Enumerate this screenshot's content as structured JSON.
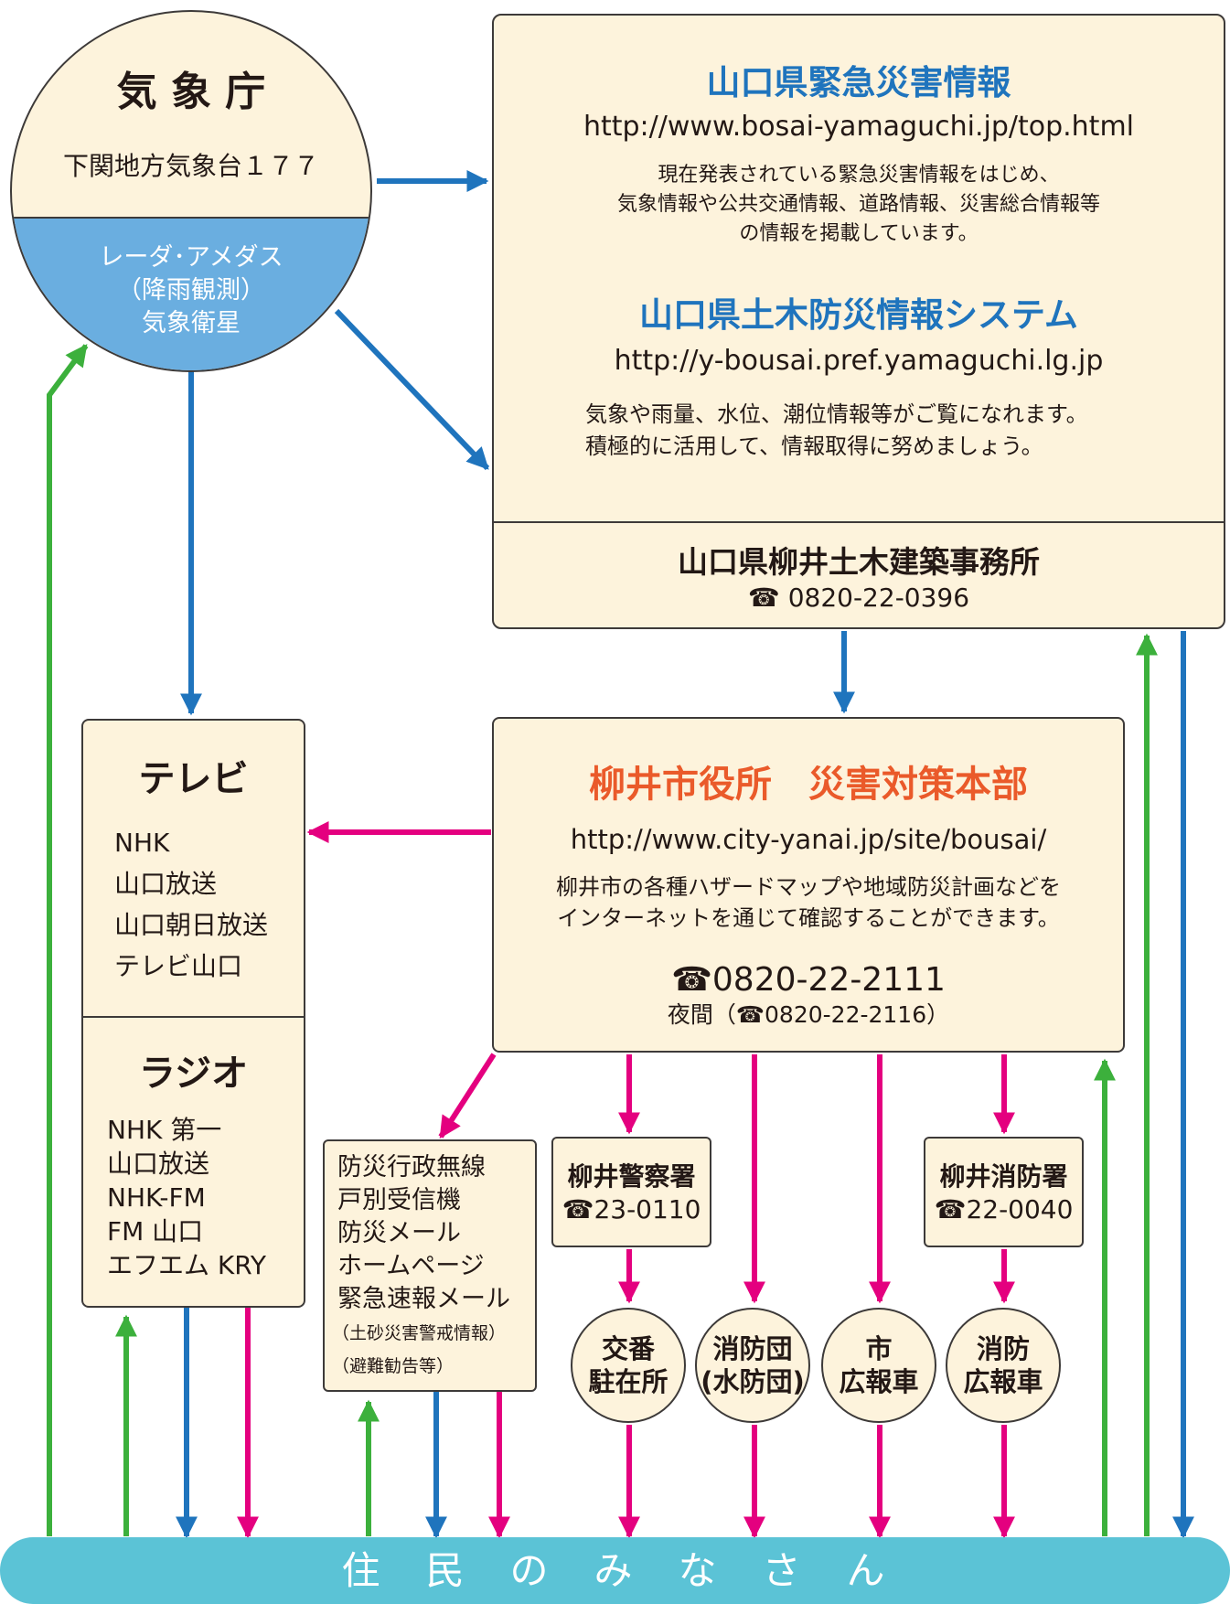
{
  "jma": {
    "title": "気 象 庁",
    "subtitle": "下関地方気象台１７７",
    "obs_line1": "レーダ･アメダス",
    "obs_line2": "（降雨観測）",
    "obs_line3": "気象衛星"
  },
  "pref_info": {
    "title1": "山口県緊急災害情報",
    "url1": "http://www.bosai-yamaguchi.jp/top.html",
    "desc1_line1": "現在発表されている緊急災害情報をはじめ、",
    "desc1_line2": "気象情報や公共交通情報、道路情報、災害総合情報等",
    "desc1_line3": "の情報を掲載しています。",
    "title2": "山口県土木防災情報システム",
    "url2": "http://y-bousai.pref.yamaguchi.lg.jp",
    "desc2_line1": "気象や雨量、水位、潮位情報等がご覧になれます。",
    "desc2_line2": "積極的に活用して、情報取得に努めましょう。",
    "office_name": "山口県柳井土木建築事務所",
    "office_phone": "☎ 0820-22-0396"
  },
  "city_hq": {
    "title": "柳井市役所　災害対策本部",
    "url": "http://www.city-yanai.jp/site/bousai/",
    "desc_line1": "柳井市の各種ハザードマップや地域防災計画などを",
    "desc_line2": "インターネットを通じて確認することができます。",
    "phone": "☎0820-22-2111",
    "night_phone": "夜間（☎0820-22-2116）"
  },
  "tv": {
    "title": "テレビ",
    "channels": [
      "NHK",
      "山口放送",
      "山口朝日放送",
      "テレビ山口"
    ]
  },
  "radio": {
    "title": "ラジオ",
    "stations": [
      "NHK 第一",
      "山口放送",
      "NHK-FM",
      "FM 山口",
      "エフエム KRY"
    ]
  },
  "comm": {
    "items": [
      "防災行政無線",
      "戸別受信機",
      "防災メール",
      "ホームページ",
      "緊急速報メール"
    ],
    "notes": [
      "（土砂災害警戒情報）",
      "（避難勧告等）"
    ]
  },
  "police": {
    "name": "柳井警察署",
    "phone": "☎23-0110"
  },
  "fire": {
    "name": "柳井消防署",
    "phone": "☎22-0040"
  },
  "circles": {
    "koban": [
      "交番",
      "駐在所"
    ],
    "shobodan": [
      "消防団",
      "(水防団)"
    ],
    "city_car": [
      "市",
      "広報車"
    ],
    "fire_car": [
      "消防",
      "広報車"
    ]
  },
  "residents": {
    "label": "住　民　の　み　な　さ　ん"
  },
  "colors": {
    "blue_arrow": "#1f74bd",
    "pink_arrow": "#e4007f",
    "green_arrow": "#3cb03c",
    "box_fill": "#fdf3dc",
    "residents_bar": "#5bc3d6",
    "observation_fill": "#6aaee0"
  }
}
